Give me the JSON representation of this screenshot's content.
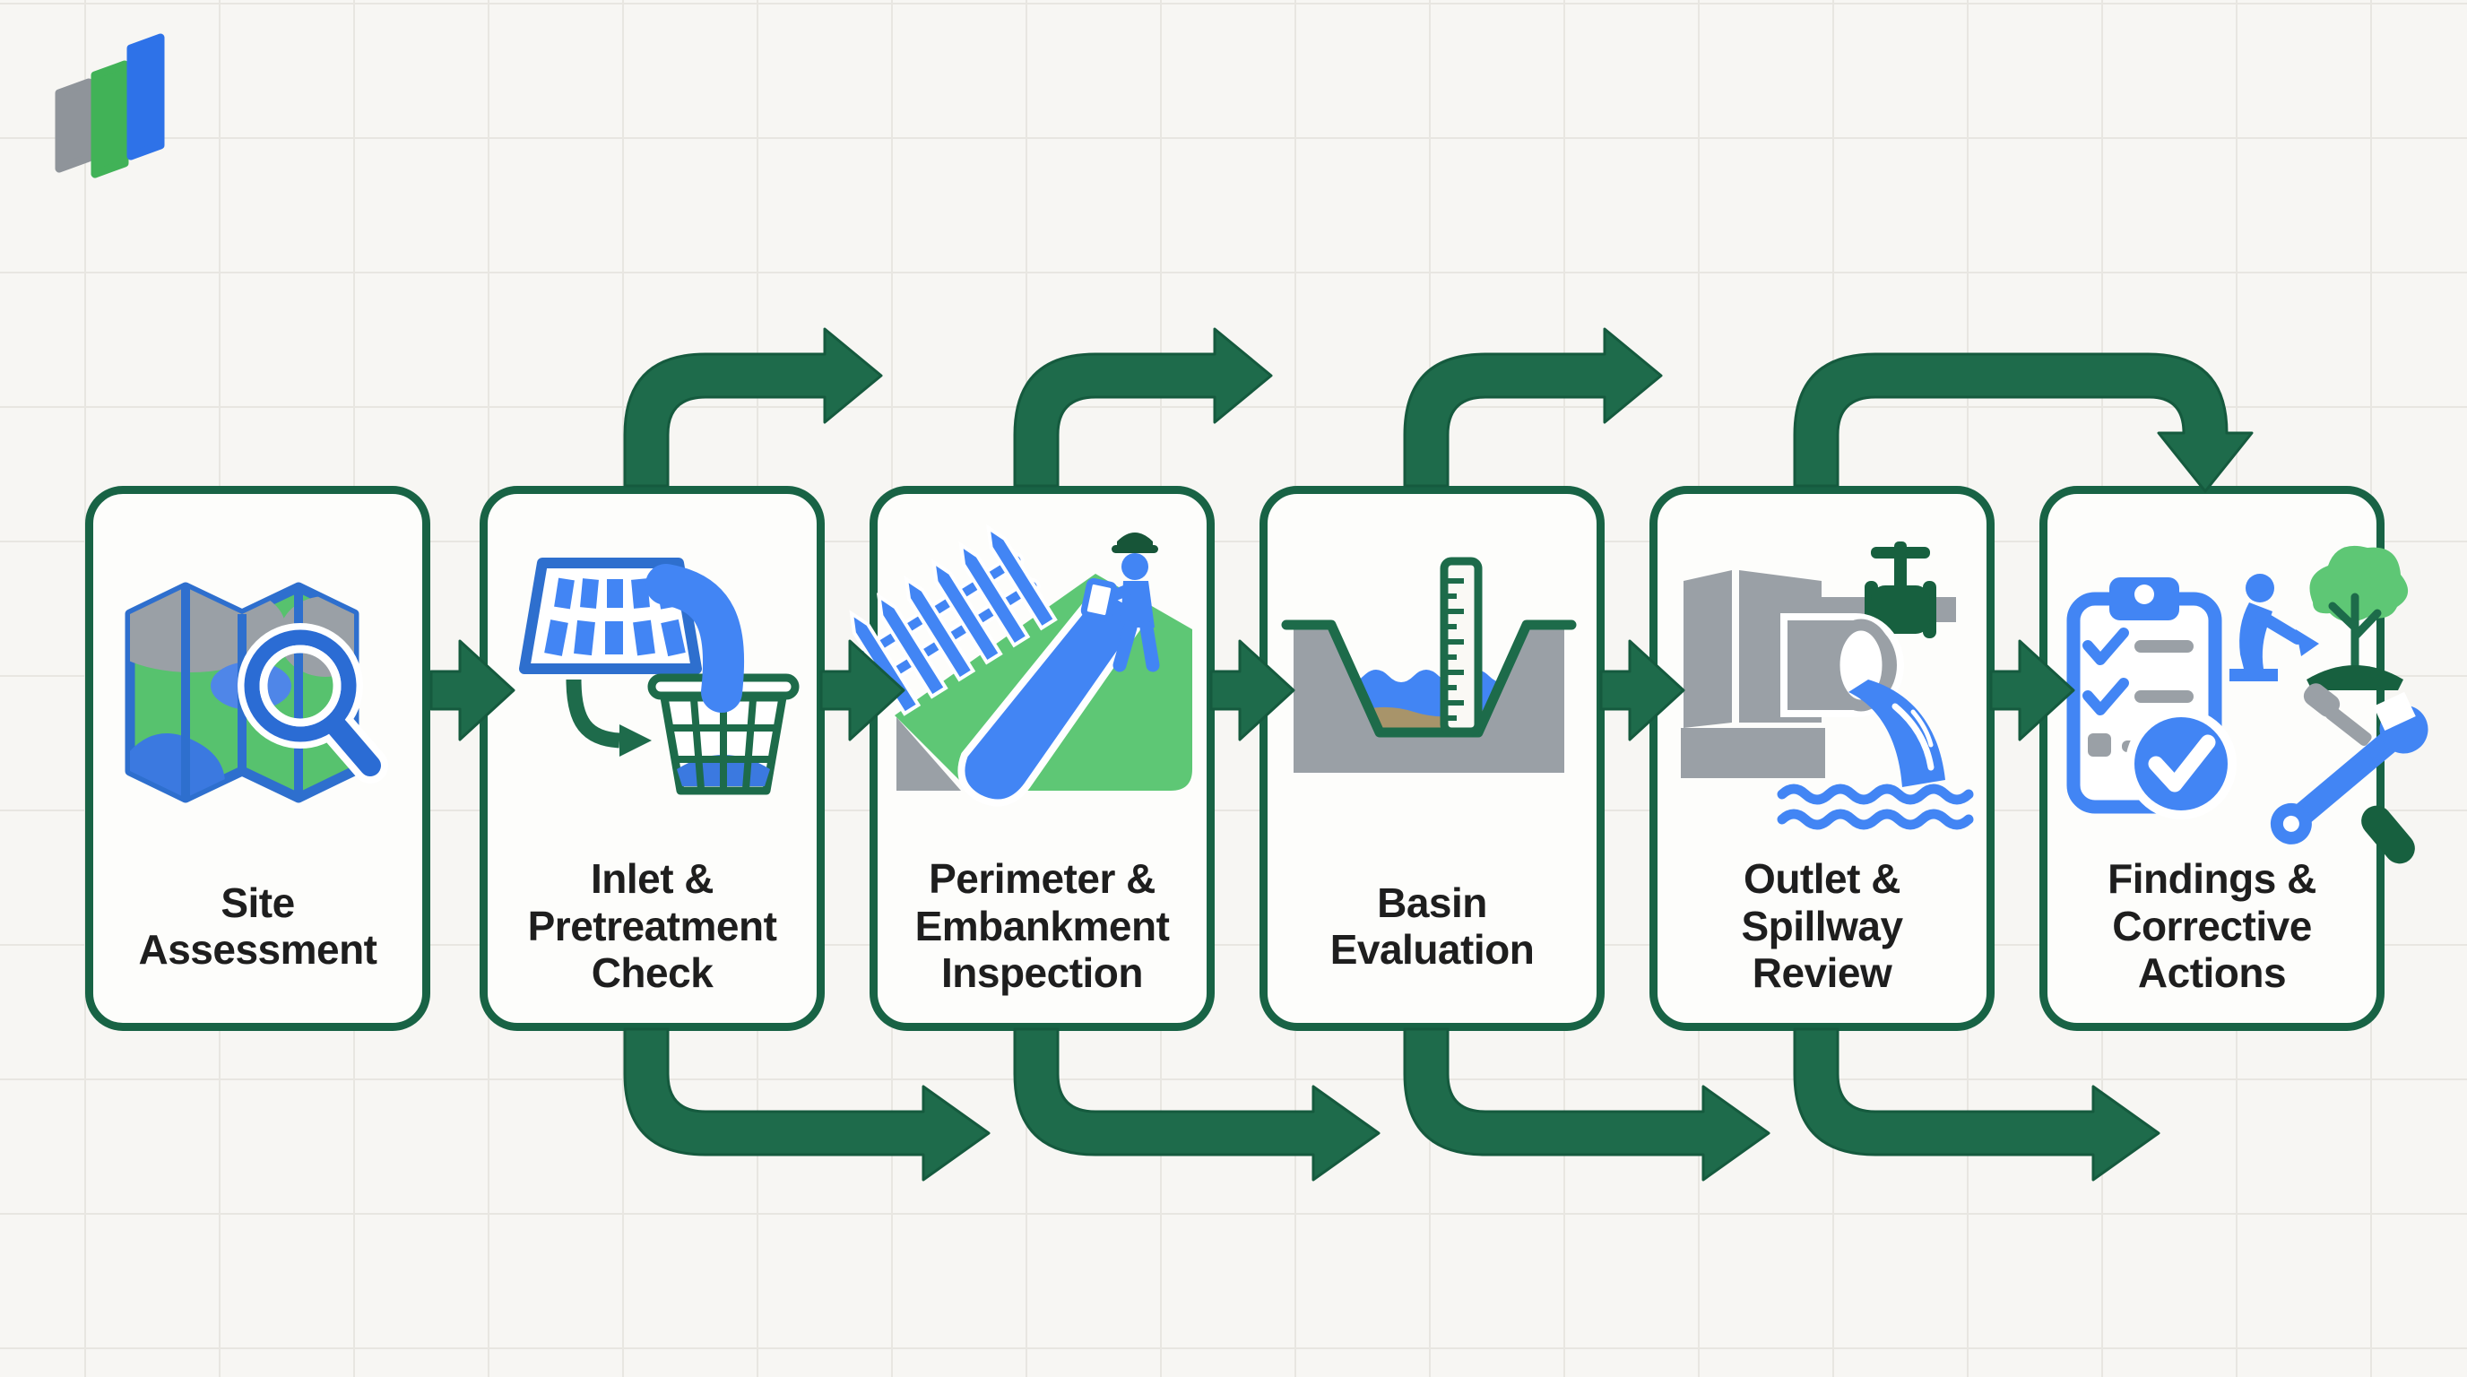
{
  "diagram": {
    "type": "process-flowchart",
    "orientation": "left-to-right",
    "step_count": 6
  },
  "steps": [
    {
      "label": "Site Assessment",
      "icon": "map-search-icon"
    },
    {
      "label": "Inlet & Pretreatment Check",
      "icon": "inlet-grate-basket-icon"
    },
    {
      "label": "Perimeter & Embankment Inspection",
      "icon": "fence-embankment-inspector-icon"
    },
    {
      "label": "Basin Evaluation",
      "icon": "basin-water-ruler-icon"
    },
    {
      "label": "Outlet & Spillway Review",
      "icon": "outlet-pipe-valve-icon"
    },
    {
      "label": "Findings & Corrective Actions",
      "icon": "checklist-corrective-actions-icon"
    }
  ],
  "colors": {
    "arrow_green": "#1e6b4b",
    "box_border_green": "#186345",
    "dark_green_accent": "#17603f",
    "leaf_green": "#5ec775",
    "icon_blue": "#4285f4",
    "map_outline_blue": "#2e6fce",
    "gray": "#9aa0a6",
    "background": "#f7f6f3",
    "box_fill": "#fdfdfb",
    "text": "#1e1e1e"
  },
  "logo": {
    "name": "three-bar-logo",
    "bar_colors": [
      "#8f949a",
      "#41b257",
      "#2e72e8"
    ]
  }
}
